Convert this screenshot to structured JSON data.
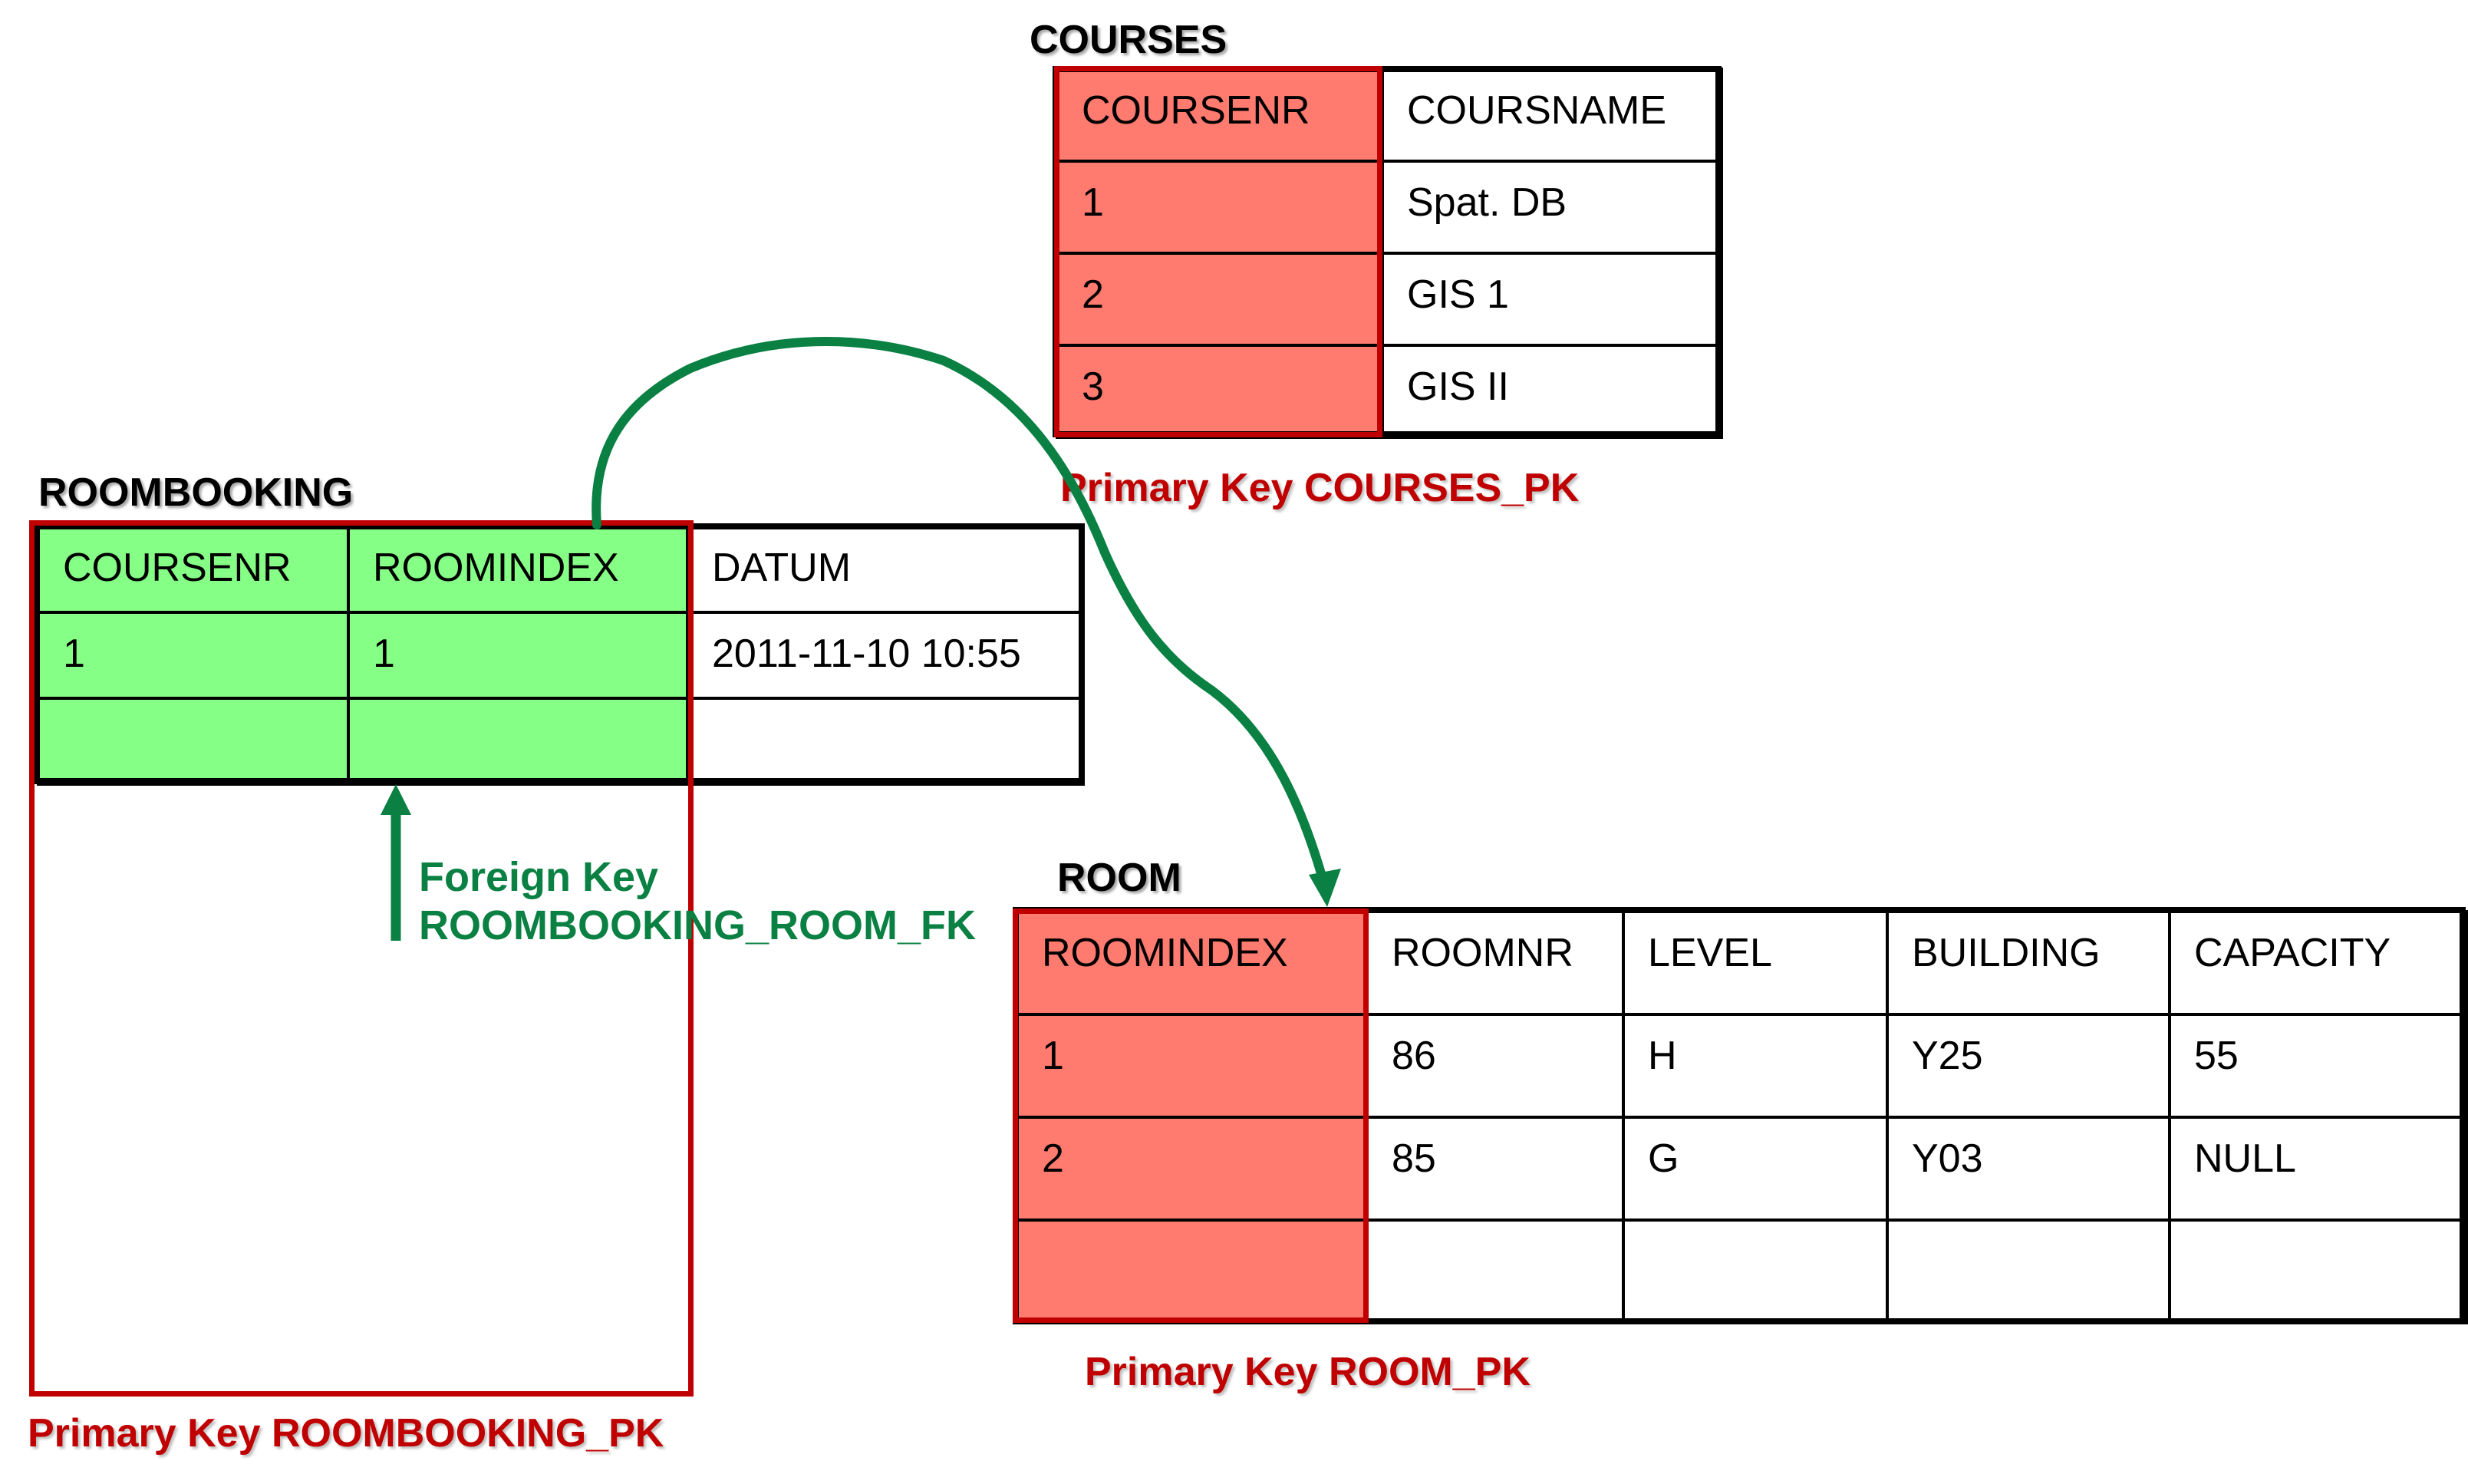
{
  "colors": {
    "primary_key_fill": "#ff7a6f",
    "primary_key_border": "#c00000",
    "foreign_key_fill": "#86ff86",
    "foreign_key_arrow": "#0a8043"
  },
  "courses": {
    "title": "COURSES",
    "headers": [
      "COURSENR",
      "COURSNAME"
    ],
    "rows": [
      [
        "1",
        "Spat. DB"
      ],
      [
        "2",
        "GIS 1"
      ],
      [
        "3",
        "GIS II"
      ]
    ],
    "pk_label": "Primary Key COURSES_PK"
  },
  "roombooking": {
    "title": "ROOMBOOKING",
    "headers": [
      "COURSENR",
      "ROOMINDEX",
      "DATUM"
    ],
    "rows": [
      [
        "1",
        "1",
        "2011-11-10 10:55"
      ],
      [
        "",
        "",
        ""
      ]
    ],
    "pk_label": "Primary Key ROOMBOOKING_PK"
  },
  "room": {
    "title": "ROOM",
    "headers": [
      "ROOMINDEX",
      "ROOMNR",
      "LEVEL",
      "BUILDING",
      "CAPACITY"
    ],
    "rows": [
      [
        "1",
        "86",
        "H",
        "Y25",
        "55"
      ],
      [
        "2",
        "85",
        "G",
        "Y03",
        "NULL"
      ],
      [
        "",
        "",
        "",
        "",
        ""
      ]
    ],
    "pk_label": "Primary Key ROOM_PK"
  },
  "foreign_key": {
    "line1": "Foreign Key",
    "line2": "ROOMBOOKING_ROOM_FK"
  }
}
